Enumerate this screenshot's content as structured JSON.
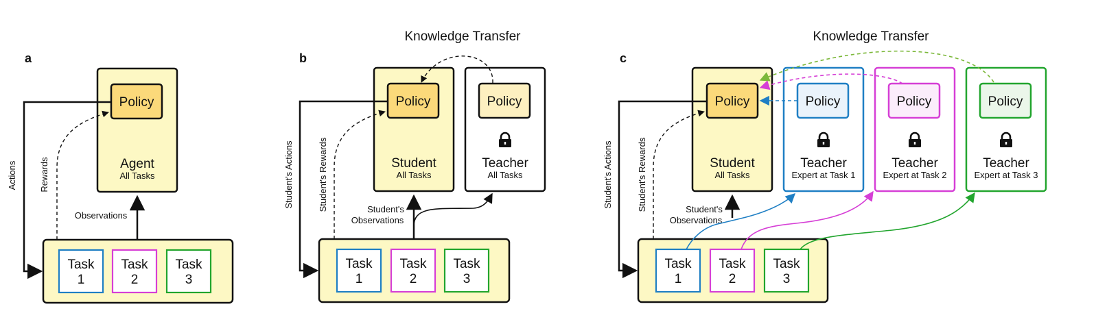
{
  "panels": {
    "a": "a",
    "b": "b",
    "c": "c"
  },
  "headings": {
    "b": "Knowledge Transfer",
    "c": "Knowledge Transfer"
  },
  "panel_a": {
    "policy": "Policy",
    "agent": "Agent",
    "agent_sub": "All Tasks",
    "actions": "Actions",
    "rewards": "Rewards",
    "observations": "Observations",
    "tasks": [
      {
        "name": "Task",
        "num": "1"
      },
      {
        "name": "Task",
        "num": "2"
      },
      {
        "name": "Task",
        "num": "3"
      }
    ]
  },
  "panel_b": {
    "student_policy": "Policy",
    "teacher_policy": "Policy",
    "student": "Student",
    "student_sub": "All Tasks",
    "teacher": "Teacher",
    "teacher_sub": "All Tasks",
    "actions": "Student's Actions",
    "rewards": "Student's Rewards",
    "obs_line1": "Student's",
    "obs_line2": "Observations",
    "tasks": [
      {
        "name": "Task",
        "num": "1"
      },
      {
        "name": "Task",
        "num": "2"
      },
      {
        "name": "Task",
        "num": "3"
      }
    ]
  },
  "panel_c": {
    "student_policy": "Policy",
    "student": "Student",
    "student_sub": "All Tasks",
    "teachers": [
      {
        "policy": "Policy",
        "name": "Teacher",
        "sub": "Expert at Task 1"
      },
      {
        "policy": "Policy",
        "name": "Teacher",
        "sub": "Expert at Task 2"
      },
      {
        "policy": "Policy",
        "name": "Teacher",
        "sub": "Expert at Task 3"
      }
    ],
    "actions": "Student's Actions",
    "rewards": "Student's Rewards",
    "obs_line1": "Student's",
    "obs_line2": "Observations",
    "tasks": [
      {
        "name": "Task",
        "num": "1"
      },
      {
        "name": "Task",
        "num": "2"
      },
      {
        "name": "Task",
        "num": "3"
      }
    ]
  },
  "colors": {
    "task1": "#1f7fc4",
    "task2": "#d63fd6",
    "task3": "#22a52e",
    "env_fill": "#fdf8c4",
    "policy_fill": "#fbd97a",
    "teacher1_policy_fill": "#eaf3fb",
    "teacher2_policy_fill": "#fbedfb",
    "teacher3_policy_fill": "#ebf6ea"
  },
  "icons": {
    "lock": "lock-icon"
  }
}
